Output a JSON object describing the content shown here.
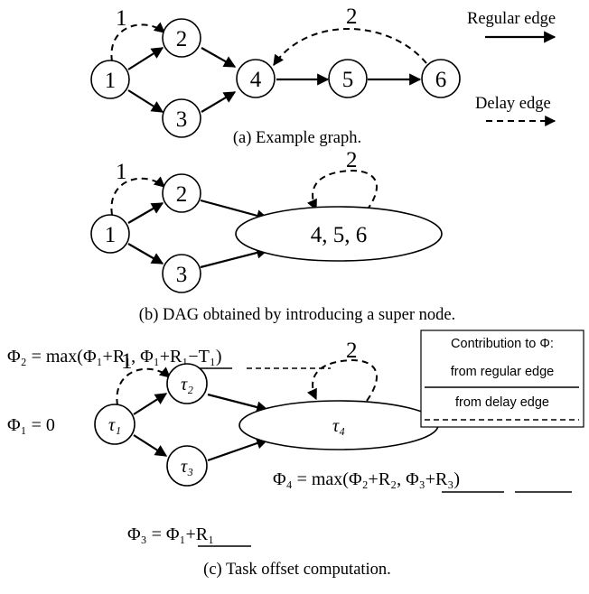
{
  "panel_a": {
    "nodes": [
      "1",
      "2",
      "3",
      "4",
      "5",
      "6"
    ],
    "delay_labels": [
      "1",
      "2"
    ],
    "caption": "(a) Example graph."
  },
  "legend_a": {
    "regular": "Regular edge",
    "delay": "Delay edge"
  },
  "panel_b": {
    "nodes": [
      "1",
      "2",
      "3"
    ],
    "super_node": "4, 5, 6",
    "delay_labels": [
      "1",
      "2"
    ],
    "caption": "(b) DAG obtained by introducing a super node."
  },
  "panel_c": {
    "phi2": {
      "lhs": "Φ₂ = max(",
      "t1": "Φ₁+R₁",
      "sep": ", ",
      "t2": "Φ₁+R₁−T₁",
      "rhs": ")"
    },
    "phi1": "Φ₁ = 0",
    "phi4": {
      "lhs": "Φ₄ = max(",
      "t1": "Φ₂+R₂",
      "sep": ", ",
      "t2": "Φ₃+R₃",
      "rhs": ")"
    },
    "phi3": {
      "lhs": "Φ₃ = ",
      "t1": "Φ₁+R₁"
    },
    "nodes": [
      "τ₁",
      "τ₂",
      "τ₃",
      "τ₄"
    ],
    "delay_labels": [
      "1",
      "2"
    ],
    "caption": "(c) Task offset computation."
  },
  "legend_c": {
    "title": "Contribution to Φ:",
    "regular": "from regular edge",
    "delay": "from delay edge"
  }
}
